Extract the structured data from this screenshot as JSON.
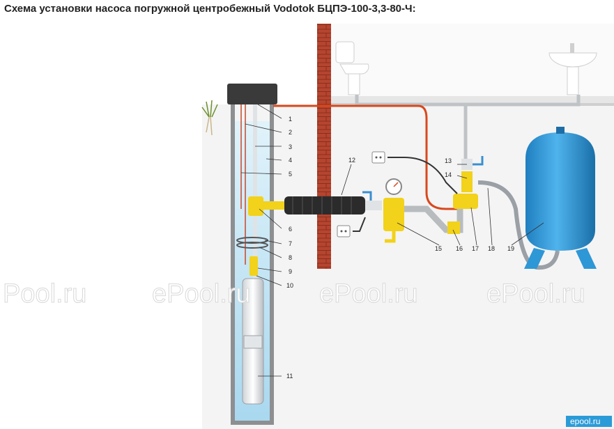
{
  "title": "Схема установки насоса погружной центробежный Vodotok БЦПЭ-100-3,3-80-Ч:",
  "watermarks": [
    "Pool.ru",
    "ePool.ru",
    "ePool.ru",
    "ePool.ru"
  ],
  "corner_logo": "epool.ru",
  "callouts": [
    "1",
    "2",
    "3",
    "4",
    "5",
    "6",
    "7",
    "8",
    "9",
    "10",
    "11",
    "12",
    "13",
    "14",
    "15",
    "16",
    "17",
    "18",
    "19"
  ],
  "colors": {
    "brick": "#b5452f",
    "water": "#cfe9f6",
    "tank": "#2e97d6",
    "cable": "#d9481c",
    "fitting": "#f2d21a",
    "hose": "#9aa0a6",
    "ground": "#f2f2f2"
  }
}
